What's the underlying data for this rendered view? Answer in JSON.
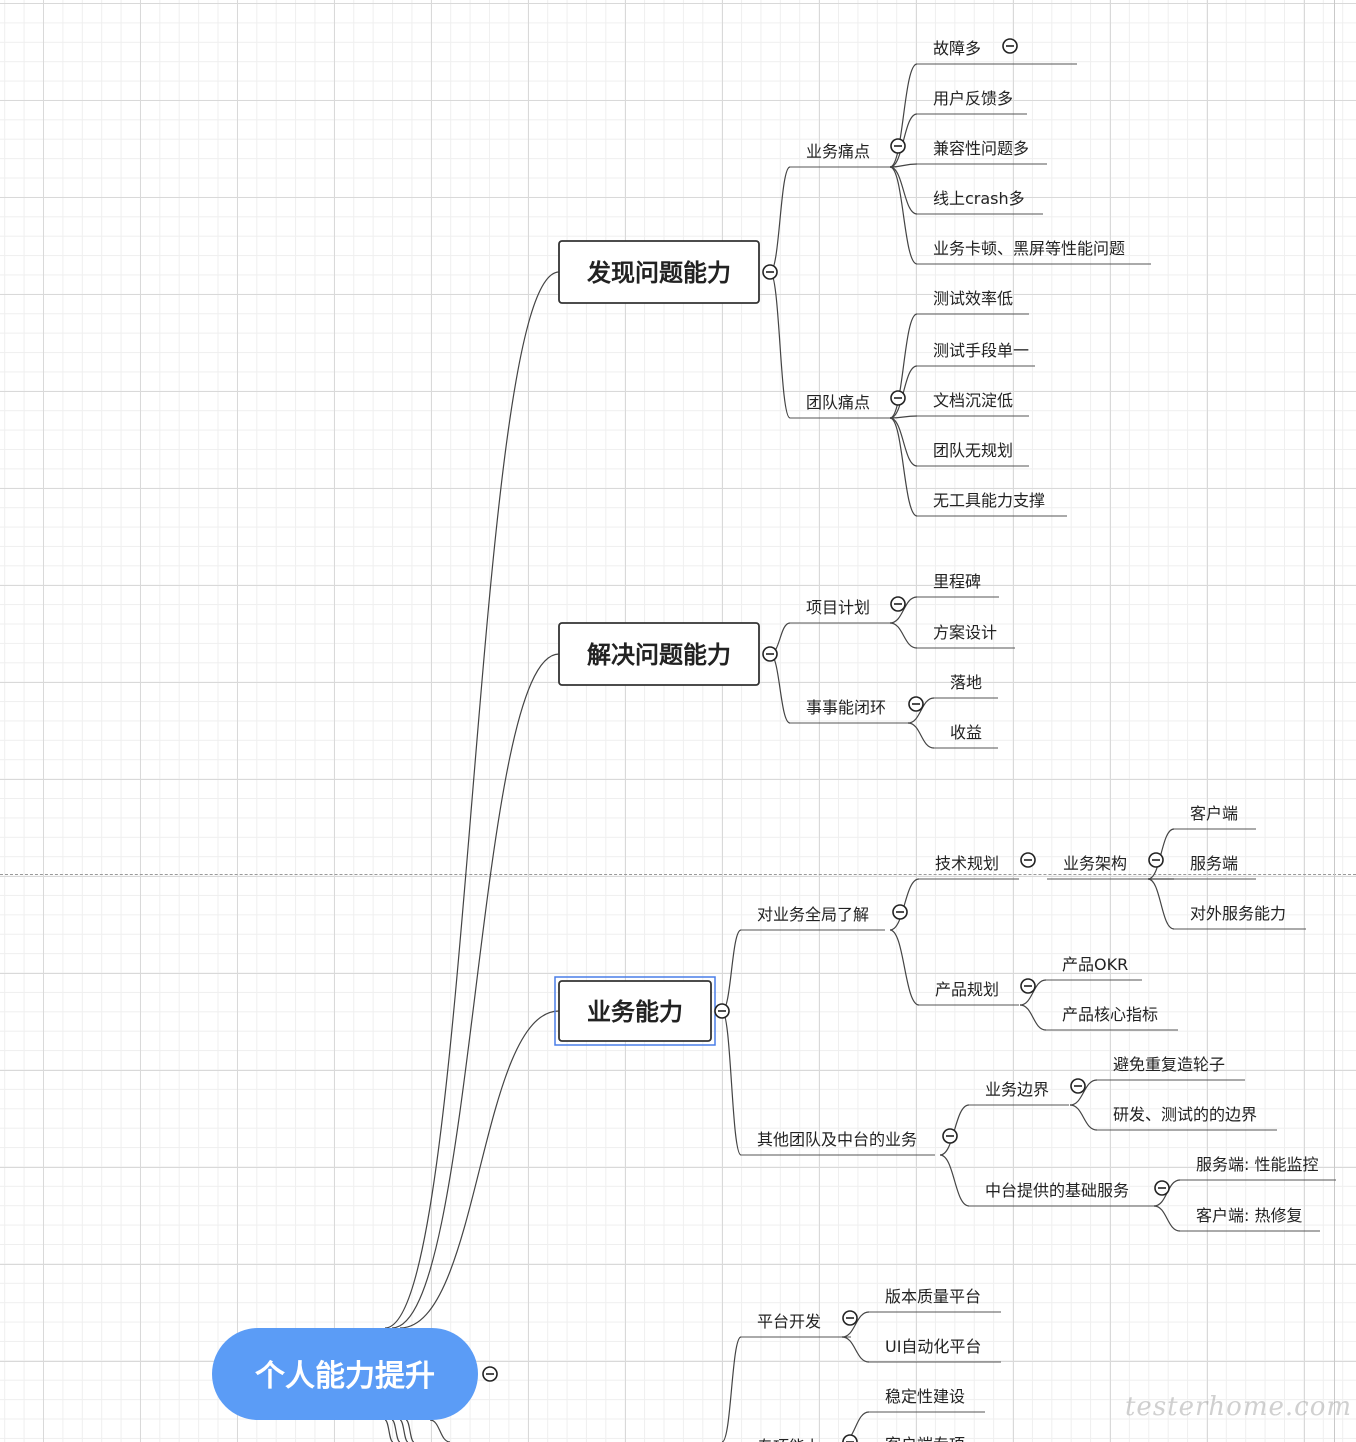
{
  "mindmap": {
    "root": "个人能力提升",
    "branches": [
      {
        "label": "发现问题能力",
        "children": [
          {
            "label": "业务痛点",
            "children": [
              {
                "label": "故障多"
              },
              {
                "label": "用户反馈多"
              },
              {
                "label": "兼容性问题多"
              },
              {
                "label": "线上crash多"
              },
              {
                "label": "业务卡顿、黑屏等性能问题"
              }
            ]
          },
          {
            "label": "团队痛点",
            "children": [
              {
                "label": "测试效率低"
              },
              {
                "label": "测试手段单一"
              },
              {
                "label": "文档沉淀低"
              },
              {
                "label": "团队无规划"
              },
              {
                "label": "无工具能力支撑"
              }
            ]
          }
        ]
      },
      {
        "label": "解决问题能力",
        "children": [
          {
            "label": "项目计划",
            "children": [
              {
                "label": "里程碑"
              },
              {
                "label": "方案设计"
              }
            ]
          },
          {
            "label": "事事能闭环",
            "children": [
              {
                "label": "落地"
              },
              {
                "label": "收益"
              }
            ]
          }
        ]
      },
      {
        "label": "业务能力",
        "selected": true,
        "children": [
          {
            "label": "对业务全局了解",
            "children": [
              {
                "label": "技术规划",
                "children": [
                  {
                    "label": "业务架构",
                    "children": [
                      {
                        "label": "客户端"
                      },
                      {
                        "label": "服务端"
                      },
                      {
                        "label": "对外服务能力"
                      }
                    ]
                  }
                ]
              },
              {
                "label": "产品规划",
                "children": [
                  {
                    "label": "产品OKR"
                  },
                  {
                    "label": "产品核心指标"
                  }
                ]
              }
            ]
          },
          {
            "label": "其他团队及中台的业务",
            "children": [
              {
                "label": "业务边界",
                "children": [
                  {
                    "label": "避免重复造轮子"
                  },
                  {
                    "label": "研发、测试的的边界"
                  }
                ]
              },
              {
                "label": "中台提供的基础服务",
                "children": [
                  {
                    "label": "服务端: 性能监控"
                  },
                  {
                    "label": "客户端: 热修复"
                  }
                ]
              }
            ]
          }
        ]
      },
      {
        "label": "",
        "children": [
          {
            "label": "平台开发",
            "children": [
              {
                "label": "版本质量平台"
              },
              {
                "label": "UI自动化平台"
              }
            ]
          },
          {
            "label": "专项能力",
            "children": [
              {
                "label": "稳定性建设"
              },
              {
                "label": "客户端专项"
              }
            ]
          }
        ]
      }
    ],
    "watermark": "testerhome.com"
  },
  "colors": {
    "root_fill": "#5b9cf6",
    "line": "#444444",
    "underline": "#555555",
    "selection": "#4a7fe8",
    "box_border": "#333333"
  },
  "icons": {
    "collapse": "collapse-icon"
  }
}
